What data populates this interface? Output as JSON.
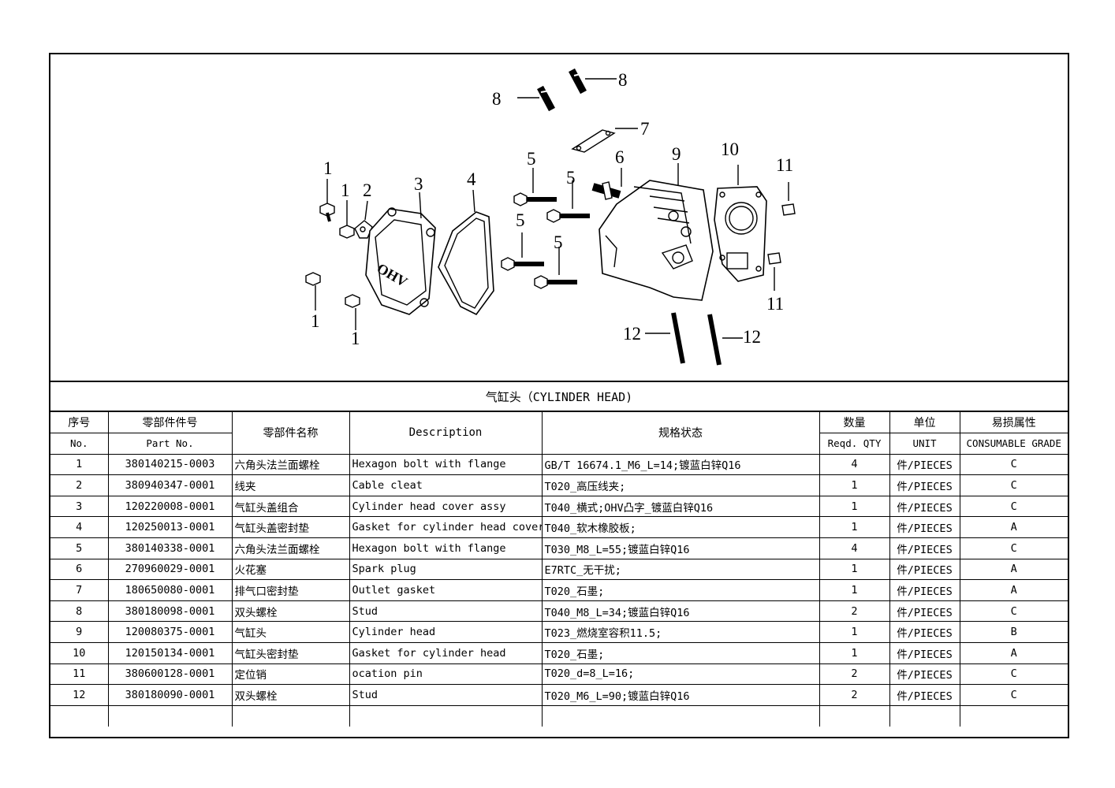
{
  "callouts": [
    "1",
    "2",
    "3",
    "4",
    "5",
    "6",
    "7",
    "8",
    "9",
    "10",
    "11",
    "12"
  ],
  "title": "气缸头（CYLINDER HEAD)",
  "headers": {
    "no_cn": "序号",
    "no_en": "No.",
    "part_cn": "零部件件号",
    "part_en": "Part No.",
    "name_cn": "零部件名称",
    "desc": "Description",
    "spec": "规格状态",
    "qty_cn": "数量",
    "qty_en": "Reqd. QTY",
    "unit_cn": "单位",
    "unit_en": "UNIT",
    "grade_cn": "易损属性",
    "grade_en": "CONSUMABLE GRADE"
  },
  "rows": [
    {
      "no": "1",
      "part": "380140215-0003",
      "name": "六角头法兰面螺栓",
      "desc": "Hexagon bolt with flange",
      "spec": "GB/T 16674.1_M6_L=14;镀蓝白锌Q16",
      "qty": "4",
      "unit": "件/PIECES",
      "grade": "C"
    },
    {
      "no": "2",
      "part": "380940347-0001",
      "name": "线夹",
      "desc": "Cable cleat",
      "spec": "T020_高压线夹;",
      "qty": "1",
      "unit": "件/PIECES",
      "grade": "C"
    },
    {
      "no": "3",
      "part": "120220008-0001",
      "name": "气缸头盖组合",
      "desc": "Cylinder head cover assy",
      "spec": "T040_横式;OHV凸字_镀蓝白锌Q16",
      "qty": "1",
      "unit": "件/PIECES",
      "grade": "C"
    },
    {
      "no": "4",
      "part": "120250013-0001",
      "name": "气缸头盖密封垫",
      "desc": "Gasket for cylinder head cover",
      "spec": "T040_软木橡胶板;",
      "qty": "1",
      "unit": "件/PIECES",
      "grade": "A"
    },
    {
      "no": "5",
      "part": "380140338-0001",
      "name": "六角头法兰面螺栓",
      "desc": "Hexagon bolt with flange",
      "spec": "T030_M8_L=55;镀蓝白锌Q16",
      "qty": "4",
      "unit": "件/PIECES",
      "grade": "C"
    },
    {
      "no": "6",
      "part": "270960029-0001",
      "name": "火花塞",
      "desc": "Spark plug",
      "spec": "E7RTC_无干扰;",
      "qty": "1",
      "unit": "件/PIECES",
      "grade": "A"
    },
    {
      "no": "7",
      "part": "180650080-0001",
      "name": "排气口密封垫",
      "desc": "Outlet gasket",
      "spec": "T020_石墨;",
      "qty": "1",
      "unit": "件/PIECES",
      "grade": "A"
    },
    {
      "no": "8",
      "part": "380180098-0001",
      "name": "双头螺栓",
      "desc": "Stud",
      "spec": "T040_M8_L=34;镀蓝白锌Q16",
      "qty": "2",
      "unit": "件/PIECES",
      "grade": "C"
    },
    {
      "no": "9",
      "part": "120080375-0001",
      "name": "气缸头",
      "desc": "Cylinder head",
      "spec": "T023_燃烧室容积11.5;",
      "qty": "1",
      "unit": "件/PIECES",
      "grade": "B"
    },
    {
      "no": "10",
      "part": "120150134-0001",
      "name": "气缸头密封垫",
      "desc": "Gasket for cylinder head",
      "spec": "T020_石墨;",
      "qty": "1",
      "unit": "件/PIECES",
      "grade": "A"
    },
    {
      "no": "11",
      "part": "380600128-0001",
      "name": "定位销",
      "desc": "ocation pin",
      "spec": "T020_d=8_L=16;",
      "qty": "2",
      "unit": "件/PIECES",
      "grade": "C"
    },
    {
      "no": "12",
      "part": "380180090-0001",
      "name": "双头螺栓",
      "desc": "Stud",
      "spec": "T020_M6_L=90;镀蓝白锌Q16",
      "qty": "2",
      "unit": "件/PIECES",
      "grade": "C"
    }
  ]
}
